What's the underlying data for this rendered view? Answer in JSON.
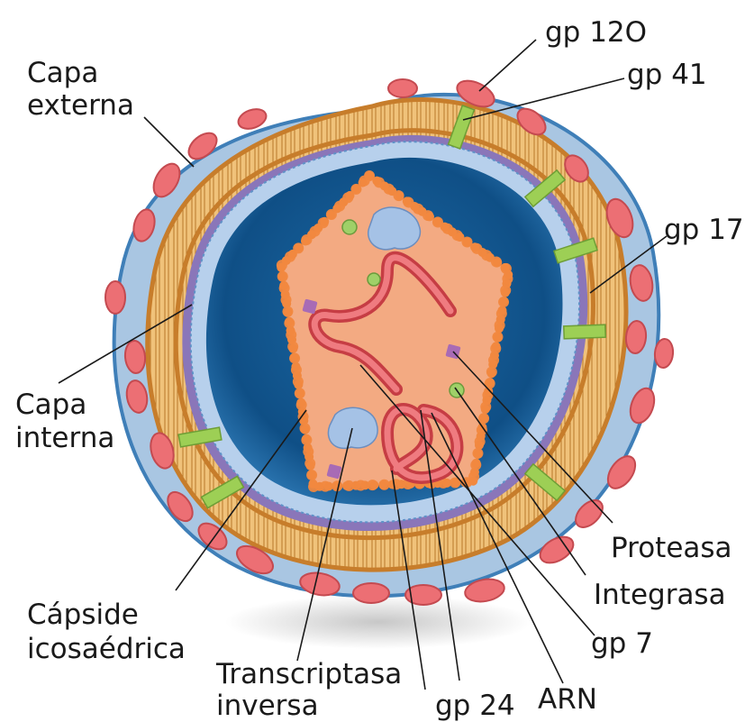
{
  "labels": {
    "gp120": "gp 12O",
    "gp41": "gp 41",
    "gp17": "gp 17",
    "capa_externa_1": "Capa",
    "capa_externa_2": "externa",
    "capa_interna_1": "Capa",
    "capa_interna_2": "interna",
    "capside_1": "Cápside",
    "capside_2": "icosaédrica",
    "transcriptasa_1": "Transcriptasa",
    "transcriptasa_2": "inversa",
    "gp24": "gp 24",
    "arn": "ARN",
    "gp7": "gp 7",
    "integrasa": "Integrasa",
    "proteasa": "Proteasa"
  },
  "colors": {
    "envelope_blue": "#a9c6e2",
    "envelope_edge": "#3f7fb8",
    "lipid_tan": "#e7b15f",
    "lipid_head": "#f2bb6a",
    "lipid_border": "#c77d2b",
    "matrix_purple": "#8a76b9",
    "inner_blue_light": "#b7d0ec",
    "inner_blue_dark": "#0f4f86",
    "capsid_fill": "#f3aa82",
    "capsid_bead": "#f1883f",
    "rna_red": "#e45a5f",
    "glycoprotein_red": "#ec6f74",
    "transmembrane_green": "#9dcf55",
    "enzyme_blue": "#a5c2e6",
    "enzyme_green": "#9fd068",
    "enzyme_purple": "#a86bb5"
  }
}
